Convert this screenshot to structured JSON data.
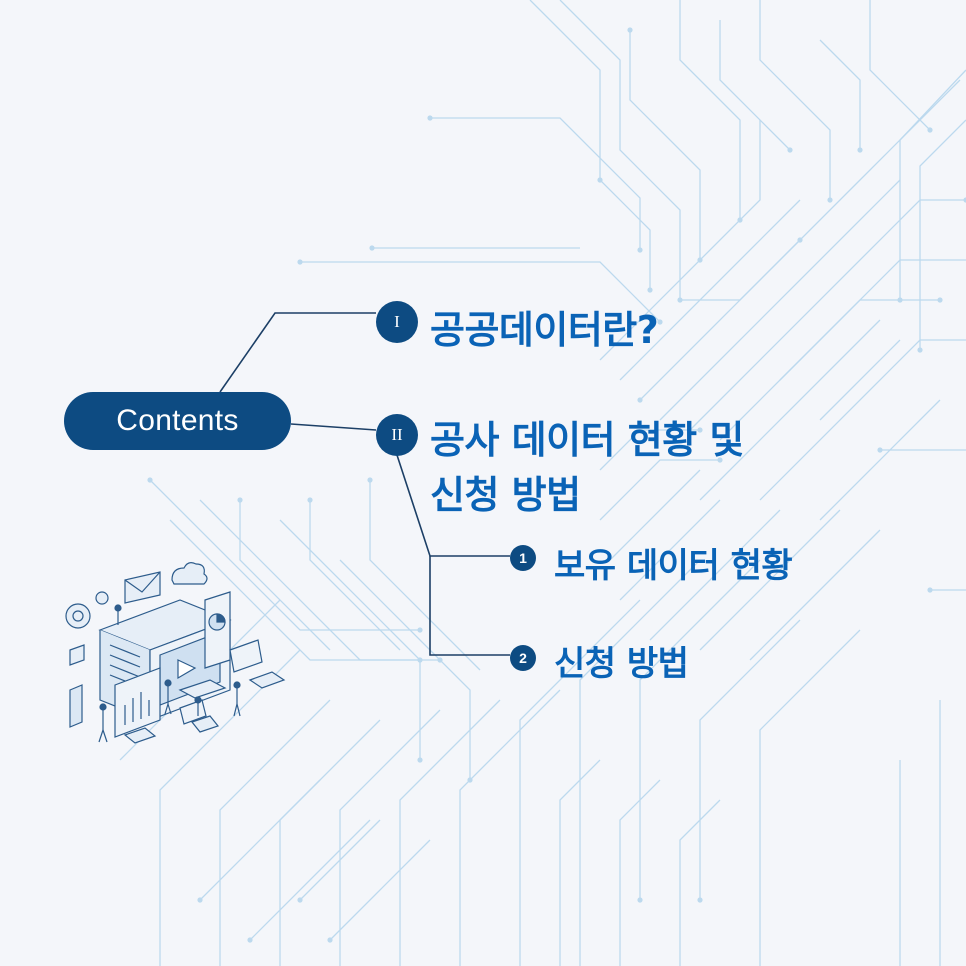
{
  "contents_label": "Contents",
  "sections": [
    {
      "marker": "I",
      "title": "공공데이터란?"
    },
    {
      "marker": "II",
      "title_line1": "공사 데이터 현황 및",
      "title_line2": "신청 방법"
    }
  ],
  "subsections": [
    {
      "marker": "1",
      "title": "보유 데이터 현황"
    },
    {
      "marker": "2",
      "title": "신청 방법"
    }
  ],
  "colors": {
    "primary": "#0d4b82",
    "heading": "#0a63b6",
    "circuit": "#bcd9ee",
    "background": "#f4f6fa"
  }
}
